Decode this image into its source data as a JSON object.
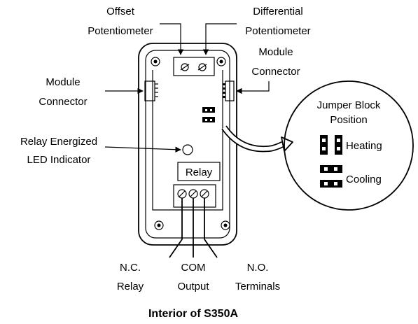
{
  "caption": "Interior of S350A",
  "labels": {
    "offset_line1": "Offset",
    "offset_line2": "Potentiometer",
    "diff_line1": "Differential",
    "diff_line2": "Potentiometer",
    "module_right_line1": "Module",
    "module_right_line2": "Connector",
    "module_left_line1": "Module",
    "module_left_line2": "Connector",
    "relay_led_line1": "Relay Energized",
    "relay_led_line2": "LED Indicator",
    "relay_box": "Relay",
    "nc_line1": "N.C.",
    "nc_line2": "Relay",
    "com_line1": "COM",
    "com_line2": "Output",
    "no_line1": "N.O.",
    "no_line2": "Terminals"
  },
  "jumper_callout": {
    "title_line1": "Jumper Block",
    "title_line2": "Position",
    "heating": "Heating",
    "cooling": "Cooling"
  },
  "colors": {
    "ink": "#000000",
    "background": "#ffffff"
  }
}
